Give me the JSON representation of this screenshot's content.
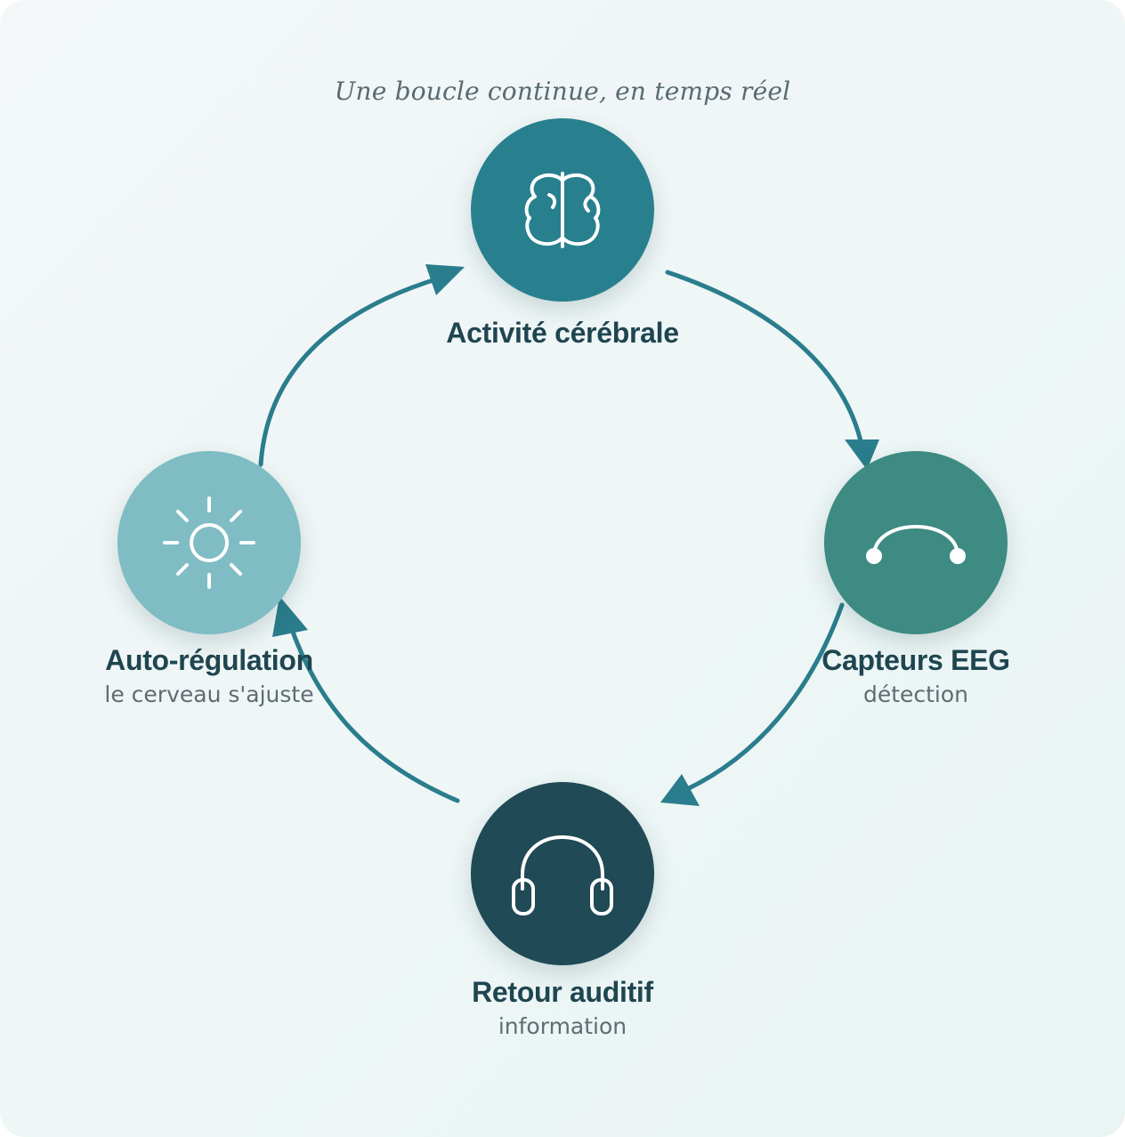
{
  "subtitle": "Une boucle continue, en temps réel",
  "colors": {
    "arrow": "#2a7d8c",
    "activite": "#28808e",
    "capteurs": "#3d8b82",
    "retour": "#1f4a56",
    "auto": "#7fbcc4",
    "title_text": "#1f4650"
  },
  "steps": {
    "activite": {
      "title": "Activité cérébrale",
      "icon": "brain-icon"
    },
    "capteurs": {
      "title": "Capteurs EEG",
      "subtitle": "détection",
      "icon": "eeg-sensor-arc-icon"
    },
    "retour": {
      "title": "Retour auditif",
      "subtitle": "information",
      "icon": "headphones-icon"
    },
    "auto": {
      "title": "Auto-régulation",
      "subtitle": "le cerveau s'ajuste",
      "icon": "sun-icon"
    }
  }
}
